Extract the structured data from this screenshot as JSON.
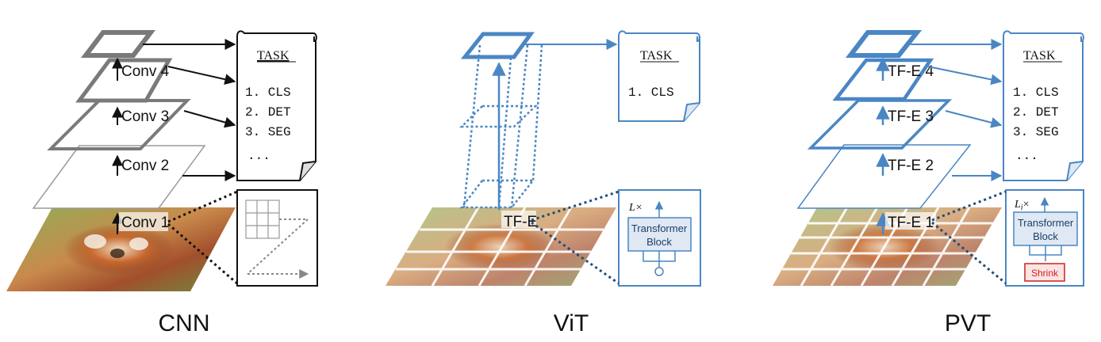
{
  "colors": {
    "cnn_gray": "#7a7a7a",
    "blue": "#4a86c4",
    "shrink_red": "#cc2222",
    "text": "#111111"
  },
  "cnn": {
    "caption": "CNN",
    "layers": [
      "Conv 1",
      "Conv 2",
      "Conv 3",
      "Conv 4"
    ],
    "task": {
      "title": "TASK",
      "items": [
        "1. CLS",
        "2. DET",
        "3. SEG",
        "..."
      ]
    }
  },
  "vit": {
    "caption": "ViT",
    "encoder_label": "TF-E",
    "task": {
      "title": "TASK",
      "items": [
        "1. CLS"
      ]
    },
    "block": {
      "repeat": "L×",
      "line1": "Transformer",
      "line2": "Block"
    }
  },
  "pvt": {
    "caption": "PVT",
    "layers": [
      "TF-E 1",
      "TF-E 2",
      "TF-E 3",
      "TF-E 4"
    ],
    "task": {
      "title": "TASK",
      "items": [
        "1. CLS",
        "2. DET",
        "3. SEG",
        "..."
      ]
    },
    "block": {
      "repeat": "L",
      "repeat_sub": "i",
      "repeat_x": "×",
      "line1": "Transformer",
      "line2": "Block",
      "shrink": "Shrink"
    }
  }
}
